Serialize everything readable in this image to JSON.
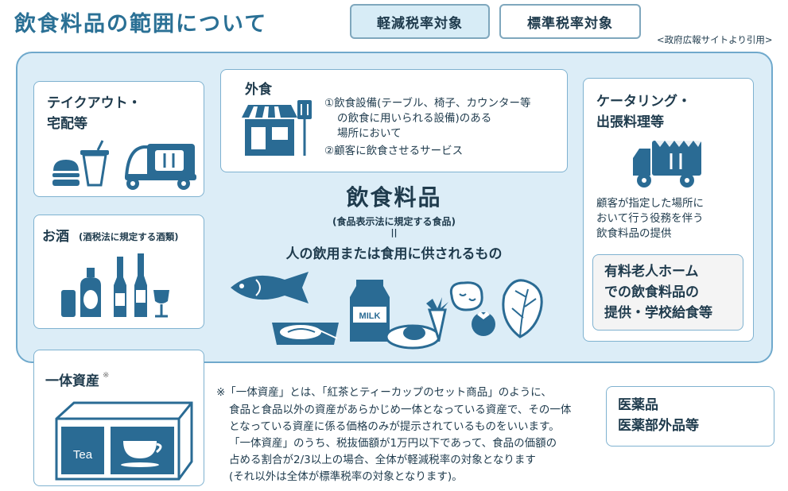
{
  "header": {
    "title": "飲食料品の範囲について",
    "reduced_rate_label": "軽減税率対象",
    "standard_rate_label": "標準税率対象",
    "source_note": "<政府広報サイトより引用>"
  },
  "takeout": {
    "line1": "テイクアウト・",
    "line2": "宅配等"
  },
  "sake": {
    "title": "お酒",
    "note": "(酒税法に規定する酒類)"
  },
  "eatin": {
    "title": "外食",
    "cond1_line1": "①飲食設備(テーブル、椅子、カウンター等",
    "cond1_line2": "の飲食に用いられる設備)のある",
    "cond1_line3": "場所において",
    "cond2": "②顧客に飲食させるサービス"
  },
  "food": {
    "title": "飲食料品",
    "subtitle": "(食品表示法に規定する食品)",
    "equals": "||",
    "definition": "人の飲用または食用に供されるもの",
    "milk_label": "MILK"
  },
  "catering": {
    "line1": "ケータリング・",
    "line2": "出張料理等",
    "desc1": "顧客が指定した場所に",
    "desc2": "おいて行う役務を伴う",
    "desc3": "飲食料品の提供"
  },
  "nursing": {
    "line1": "有料老人ホーム",
    "line2": "での飲食料品の",
    "line3": "提供・学校給食等"
  },
  "bundle": {
    "title": "一体資産",
    "mark": "※",
    "tea_label": "Tea"
  },
  "footnote": {
    "line1": "※「一体資産」とは、「紅茶とティーカップのセット商品」のように、",
    "line2": "食品と食品以外の資産があらかじめ一体となっている資産で、その一体",
    "line3": "となっている資産に係る価格のみが提示されているものをいいます。",
    "line4": "「一体資産」のうち、税抜価額が1万円以下であって、食品の価額の",
    "line5": "占める割合が2/3以上の場合、全体が軽減税率の対象となります",
    "line6": "(それ以外は全体が標準税率の対象となります)。"
  },
  "medicine": {
    "line1": "医薬品",
    "line2": "医薬部外品等"
  },
  "colors": {
    "primary": "#2a6b94",
    "title": "#2a7095",
    "reduced_bg": "#dcedf7",
    "border": "#6fa9cc"
  }
}
